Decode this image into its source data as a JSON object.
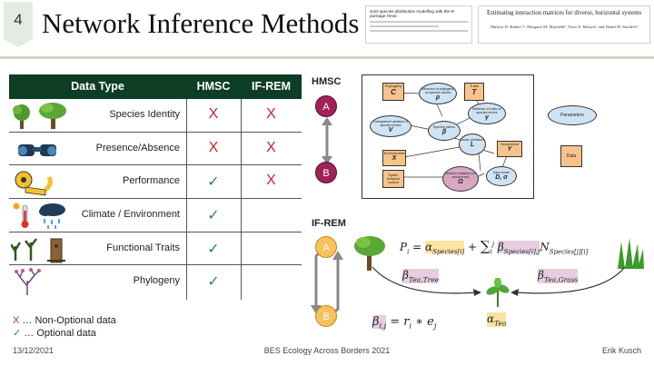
{
  "header": {
    "slide_number": "4",
    "title": "Network Inference Methods",
    "paper_left_title": "Joint species distribution modelling with the R-package Hmsc",
    "paper_right_title": "Estimating interaction matrices for diverse, horizontal systems",
    "paper_right_authors": "Malyon D. Bimler ¹², Margaret M. Mayfield¹, Trace E. Martyn³, and Daniel B. Stouffer⁴"
  },
  "table": {
    "headers": [
      "Data Type",
      "HMSC",
      "IF-REM"
    ],
    "rows": [
      {
        "label": "Species Identity",
        "icon": "tree-icon",
        "hmsc": "X",
        "ifrem": "X"
      },
      {
        "label": "Presence/Absence",
        "icon": "binoculars-icon",
        "hmsc": "X",
        "ifrem": "X"
      },
      {
        "label": "Performance",
        "icon": "measuring-tape-icon",
        "hmsc": "✓",
        "ifrem": "X"
      },
      {
        "label": "Climate / Environment",
        "icon": "weather-icon",
        "hmsc": "✓",
        "ifrem": ""
      },
      {
        "label": "Functional Traits",
        "icon": "plant-traits-icon",
        "hmsc": "✓",
        "ifrem": ""
      },
      {
        "label": "Phylogeny",
        "icon": "phylogeny-icon",
        "hmsc": "✓",
        "ifrem": ""
      }
    ]
  },
  "legend": {
    "x_mark": "X",
    "x_text": "… Non-Optional data",
    "check_mark": "✓",
    "check_text": "… Optional data"
  },
  "footer": {
    "date": "13/12/2021",
    "conference": "BES Ecology Across Borders 2021",
    "author": "Erik Kusch"
  },
  "hmsc": {
    "label": "HMSC",
    "node_a": "A",
    "node_b": "B",
    "diagram_nodes": {
      "phylogeny": "Phylogeny",
      "phylogeny_letter": "C",
      "influence_phylo": "Influence of phylogeny on species niches",
      "influence_phylo_letter": "ρ",
      "traits": "Traits",
      "traits_letter": "T",
      "unexplained": "Unexplained variation in species niches",
      "unexplained_letter": "V",
      "species_niches": "Species niches",
      "species_niches_letter": "β",
      "influence_traits": "Influence of traits on species niches",
      "influence_traits_letter": "γ",
      "environment": "Environment",
      "environment_letter": "X",
      "linear_predictors": "Linear predictors",
      "linear_predictors_letter": "L",
      "occurrence": "Occurrence",
      "occurrence_letter": "Y",
      "spatial": "Spatio-temporal context",
      "random": "Random variation (co-occurrence)",
      "random_letter": "Ω",
      "data_model": "Data model",
      "data_model_letter": "D, σ"
    },
    "legend_parameters": "Parameters",
    "legend_data": "Data"
  },
  "ifrem": {
    "label": "IF-REM",
    "node_a": "A",
    "node_b": "B",
    "eq_main_lhs": "P",
    "eq_main_lhs_sub": "i",
    "eq_equals": "=",
    "eq_alpha": "α",
    "eq_alpha_sub": "Species[i]",
    "eq_plus": "+",
    "eq_sum": "∑",
    "eq_sum_sub": "i",
    "eq_sum_sup": "j",
    "eq_beta": "β",
    "eq_beta_sub": "Species[i],j",
    "eq_n": "N",
    "eq_n_sub": "Species[j][i]",
    "beta_tree": "β",
    "beta_tree_sub": "Tea,Tree",
    "beta_grass": "β",
    "beta_grass_sub": "Tea,Grass",
    "alpha_tea": "α",
    "alpha_tea_sub": "Tea",
    "eq_decomp_lhs": "β",
    "eq_decomp_lhs_sub": "i,j",
    "eq_decomp_rhs": "= r",
    "eq_decomp_ri_sub": "i",
    "eq_decomp_star": " ∗ e",
    "eq_decomp_ej_sub": "j"
  }
}
